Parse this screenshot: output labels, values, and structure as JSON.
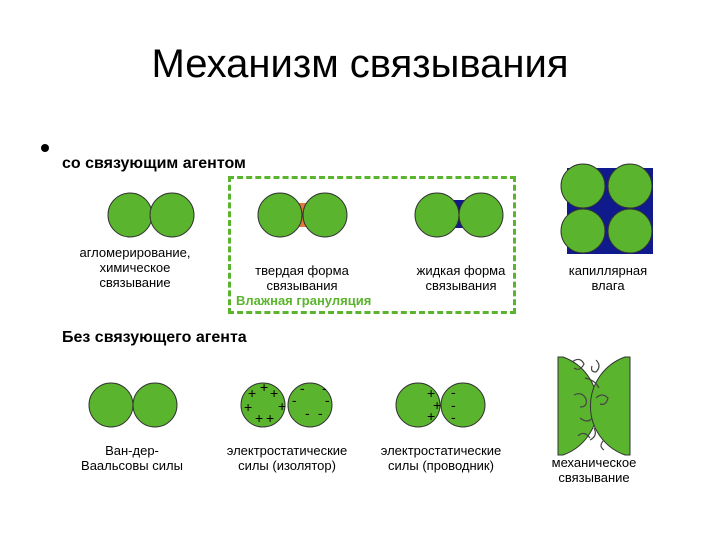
{
  "title": "Механизм связывания",
  "sections": {
    "with_binder": "со связующим агентом",
    "without_binder": "Без связующего агента"
  },
  "wet_granulation_label": "Влажная грануляция",
  "captions": {
    "agglomeration": [
      "агломерирование,",
      "химическое",
      "связывание"
    ],
    "solid_bridge": [
      "твердая форма",
      "связывания"
    ],
    "liquid_bridge": [
      "жидкая форма",
      "связывания"
    ],
    "capillary": [
      "капиллярная",
      "влага"
    ],
    "van_der_waals": [
      "Ван-дер-",
      "Ваальсовы силы"
    ],
    "electrostatic_insulator": [
      "электростатические",
      "силы (изолятор)"
    ],
    "electrostatic_conductor": [
      "электростатические",
      "силы (проводник)"
    ],
    "mechanical": [
      "механическое",
      "связывание"
    ]
  },
  "colors": {
    "particle": "#5ab42e",
    "solid_bridge": "#e07a3a",
    "liquid_bridge": "#0f1a8c",
    "dash": "#5ab42e"
  }
}
